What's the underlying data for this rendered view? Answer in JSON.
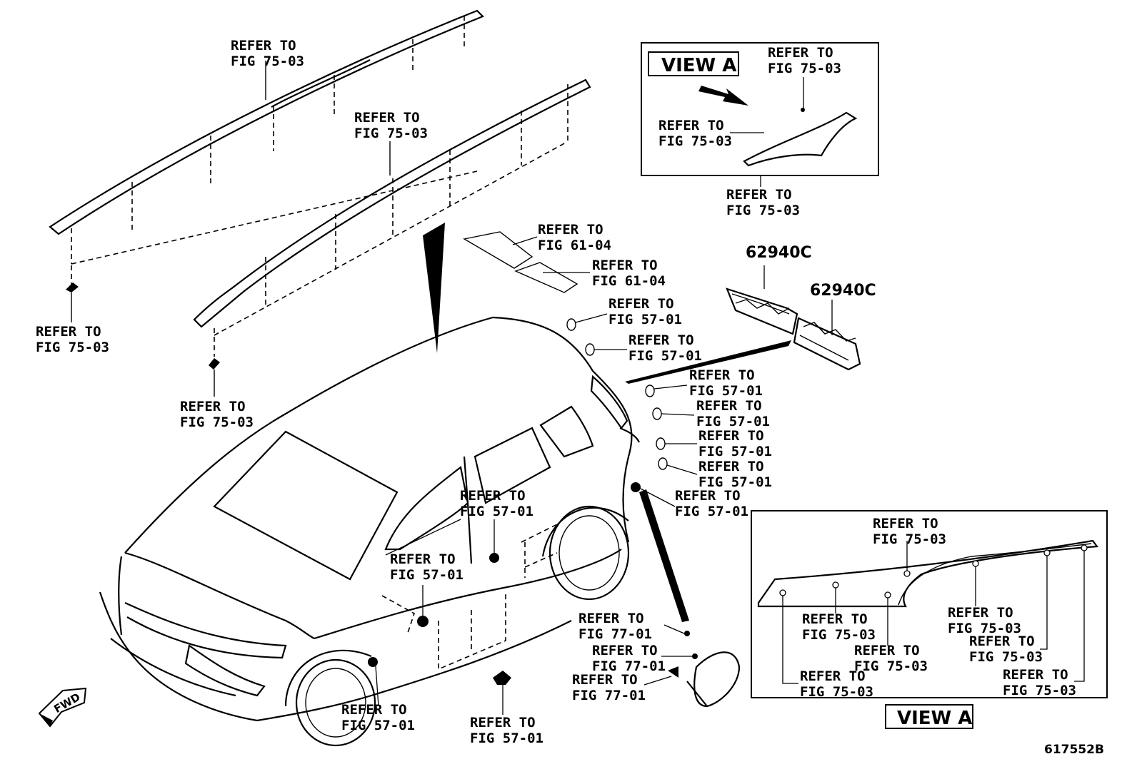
{
  "labels": [
    {
      "l1": "REFER TO",
      "l2": "FIG 75-03"
    },
    {
      "l1": "REFER TO",
      "l2": "FIG 75-03"
    },
    {
      "l1": "REFER TO",
      "l2": "FIG 75-03"
    },
    {
      "l1": "REFER TO",
      "l2": "FIG 75-03"
    },
    {
      "l1": "REFER TO",
      "l2": "FIG 61-04"
    },
    {
      "l1": "REFER TO",
      "l2": "FIG 61-04"
    },
    {
      "l1": "REFER TO",
      "l2": "FIG 57-01"
    },
    {
      "l1": "REFER TO",
      "l2": "FIG 57-01"
    },
    {
      "l1": "REFER TO",
      "l2": "FIG 57-01"
    },
    {
      "l1": "REFER TO",
      "l2": "FIG 57-01"
    },
    {
      "l1": "REFER TO",
      "l2": "FIG 57-01"
    },
    {
      "l1": "REFER TO",
      "l2": "FIG 57-01"
    },
    {
      "l1": "REFER TO",
      "l2": "FIG 57-01"
    },
    {
      "l1": "REFER TO",
      "l2": "FIG 57-01"
    },
    {
      "l1": "REFER TO",
      "l2": "FIG 57-01"
    },
    {
      "l1": "REFER TO",
      "l2": "FIG 57-01"
    },
    {
      "l1": "REFER TO",
      "l2": "FIG 57-01"
    },
    {
      "l1": "REFER TO",
      "l2": "FIG 77-01"
    },
    {
      "l1": "REFER TO",
      "l2": "FIG 77-01"
    },
    {
      "l1": "REFER TO",
      "l2": "FIG 77-01"
    },
    {
      "l1": "REFER TO",
      "l2": "FIG 75-03"
    },
    {
      "l1": "REFER TO",
      "l2": "FIG 75-03"
    },
    {
      "l1": "REFER TO",
      "l2": "FIG 75-03"
    },
    {
      "l1": "REFER TO",
      "l2": "FIG 75-03"
    },
    {
      "l1": "REFER TO",
      "l2": "FIG 75-03"
    },
    {
      "l1": "REFER TO",
      "l2": "FIG 75-03"
    },
    {
      "l1": "REFER TO",
      "l2": "FIG 75-03"
    },
    {
      "l1": "REFER TO",
      "l2": "FIG 75-03"
    },
    {
      "l1": "REFER TO",
      "l2": "FIG 75-03"
    },
    {
      "l1": "REFER TO",
      "l2": "FIG 75-03"
    }
  ],
  "part_numbers": [
    "62940C",
    "62940C"
  ],
  "view_labels": [
    "VIEW A",
    "VIEW A"
  ],
  "fwd_label": "FWD",
  "drawing_code": "617552B"
}
